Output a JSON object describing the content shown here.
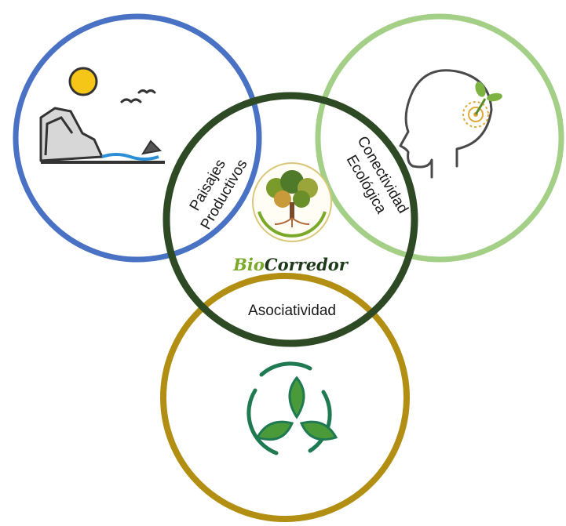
{
  "labels": {
    "paisajes_line1": "Paisajes",
    "paisajes_line2": "Productivos",
    "conectividad_line1": "Conectividad",
    "conectividad_line2": "Ecológica",
    "asociatividad": "Asociatividad"
  },
  "logo": {
    "brand_part1": "Bio",
    "brand_part2": "Corredor"
  },
  "colors": {
    "landscape_ring": "#4a72c4",
    "ecology_ring": "#a3cf86",
    "center_ring": "#2e4a24",
    "association_ring": "#b28f13",
    "brand_green": "#7aa92a",
    "brand_dark": "#1e3a1a",
    "icon_teal": "#1f7a52"
  },
  "icons": {
    "landscape": "coastal-landscape-icon",
    "ecology": "head-sprout-icon",
    "association": "three-leaves-icon",
    "logo": "biocorredor-tree-logo"
  }
}
